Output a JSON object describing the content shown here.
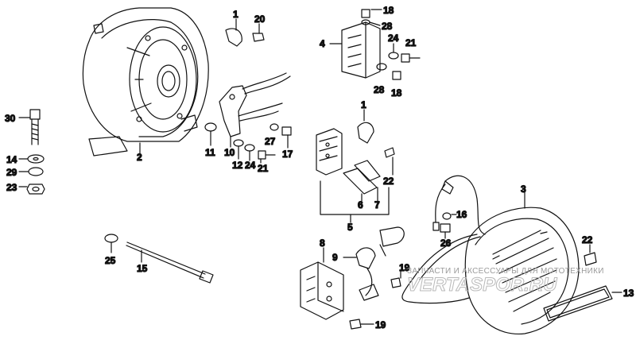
{
  "labels": {
    "l30": "30",
    "l14": "14",
    "l29": "29",
    "l23": "23",
    "l2": "2",
    "l25": "25",
    "l15": "15",
    "l1a": "1",
    "l20": "20",
    "l11": "11",
    "l10": "10",
    "l12": "12",
    "l24a": "24",
    "l21a": "21",
    "l27": "27",
    "l17": "17",
    "l18a": "18",
    "l28a": "28",
    "l4": "4",
    "l24b": "24",
    "l21b": "21",
    "l28b": "28",
    "l18b": "18",
    "l1b": "1",
    "l22a": "22",
    "l6": "6",
    "l7": "7",
    "l5": "5",
    "l3": "3",
    "l16": "16",
    "l26": "26",
    "l22b": "22",
    "l13": "13",
    "l8": "8",
    "l9": "9",
    "l19a": "19",
    "l19b": "19"
  },
  "watermark": {
    "text": "ЗАПЧАСТИ И АКСЕССУАРЫ ДЛЯ МОТОТЕХНИКИ",
    "logo": "VERTASPOR.RU"
  }
}
